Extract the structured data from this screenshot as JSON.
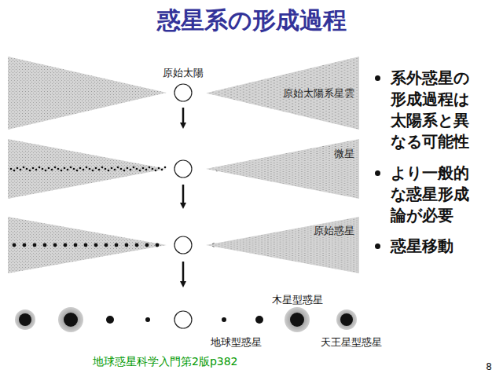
{
  "diagram": {
    "title": "惑星系の形成過程",
    "caption": "地球惑星科学入門第2版p382",
    "nodes": [
      {
        "text": [
          "原始太陽系星雲"
        ]
      },
      {
        "text": [
          "微星"
        ]
      },
      {
        "text": [
          "原始惑星"
        ]
      }
    ],
    "labels": [
      "原始太陽",
      "系外惑星の形成過程は太陽系と異なる可能性",
      "より一般的な惑星形成論が必要",
      "惑星移動",
      "木星型惑星",
      "地球型惑星",
      "天王星型惑星",
      "8"
    ]
  }
}
